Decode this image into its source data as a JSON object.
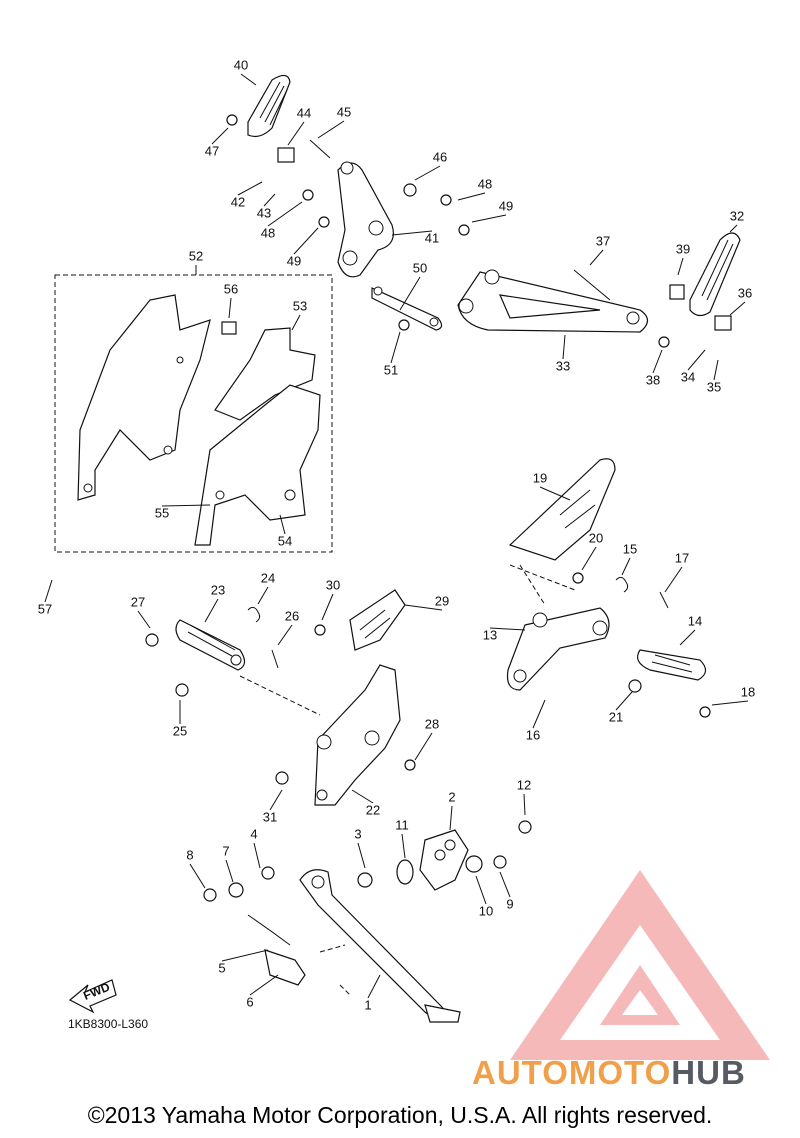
{
  "diagram_code": "1KB8300-L360",
  "fwd_label": "FWD",
  "copyright": "©2013 Yamaha Motor Corporation, U.S.A. All rights reserved.",
  "watermark": {
    "part1": "AUTOMOTO",
    "part2": "HUB",
    "color_primary": "#f0a04a",
    "color_secondary": "#555a63",
    "logo_color": "#f4a3a0"
  },
  "callouts": [
    "1",
    "2",
    "3",
    "4",
    "5",
    "6",
    "7",
    "8",
    "9",
    "10",
    "11",
    "12",
    "13",
    "14",
    "15",
    "16",
    "17",
    "18",
    "19",
    "20",
    "21",
    "22",
    "23",
    "24",
    "25",
    "26",
    "27",
    "28",
    "29",
    "30",
    "31",
    "32",
    "33",
    "34",
    "35",
    "36",
    "37",
    "38",
    "39",
    "40",
    "41",
    "42",
    "43",
    "44",
    "45",
    "46",
    "47",
    "48",
    "48",
    "49",
    "49",
    "50",
    "51",
    "52",
    "53",
    "54",
    "55",
    "56",
    "57"
  ]
}
